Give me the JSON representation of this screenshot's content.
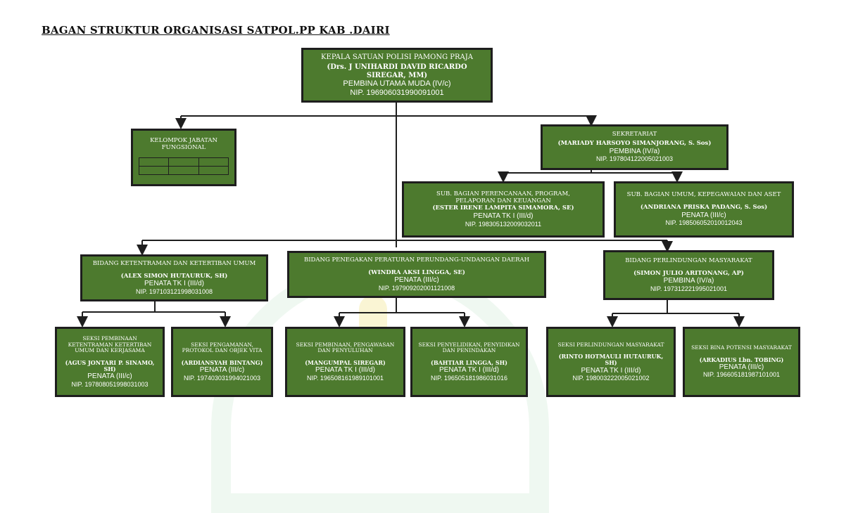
{
  "title": "BAGAN STRUKTUR ORGANISASI SATPOL.PP KAB .DAIRI",
  "head": {
    "unit": "KEPALA SATUAN POLISI PAMONG PRAJA",
    "name": "(Drs. J UNIHARDI DAVID RICARDO SIREGAR, MM)",
    "rank": "PEMBINA UTAMA MUDA (IV/c)",
    "nip": "NIP. 196906031990091001"
  },
  "fungsional": {
    "unit": "KELOMPOK JABATAN FUNGSIONAL"
  },
  "sekretariat": {
    "unit": "SEKRETARIAT",
    "name": "(MARIADY HARSOYO SIMANJORANG, S. Sos)",
    "rank": "PEMBINA (IV/a)",
    "nip": "NIP. 197804122005021003"
  },
  "subbag_perencanaan": {
    "unit": "SUB. BAGIAN PERENCANAAN, PROGRAM, PELAPORAN DAN KEUANGAN",
    "name": "(ESTER IRENE LAMPITA SIMAMORA, SE)",
    "rank": "PENATA TK I (III/d)",
    "nip": "NIP. 198305132009032011"
  },
  "subbag_umum": {
    "unit": "SUB. BAGIAN UMUM, KEPEGAWAIAN DAN ASET",
    "name": "(ANDRIANA PRISKA PADANG, S. Sos)",
    "rank": "PENATA (III/c)",
    "nip": "NIP. 198506052010012043"
  },
  "bidang_trantib": {
    "unit": "BIDANG KETENTRAMAN DAN KETERTIBAN UMUM",
    "name": "(ALEX SIMON HUTAURUK, SH)",
    "rank": "PENATA TK I (III/d)",
    "nip": "NIP. 197103121998031008"
  },
  "bidang_perda": {
    "unit": "BIDANG PENEGAKAN PERATURAN PERUNDANG-UNDANGAN DAERAH",
    "name": "(WINDRA AKSI LINGGA, SE)",
    "rank": "PENATA (III/c)",
    "nip": "NIP. 197909202001121008"
  },
  "bidang_linmas": {
    "unit": "BIDANG PERLINDUNGAN MASYARAKAT",
    "name": "(SIMON JULIO ARITONANG, AP)",
    "rank": "PEMBINA (IV/a)",
    "nip": "NIP. 197312221995021001"
  },
  "seksi_pembinaan_trantib": {
    "unit": "SEKSI PEMBINAAN KETENTRAMAN KETERTIBAN UMUM DAN KERJASAMA",
    "name": "(AGUS JONTARI P. SINAMO, SH)",
    "rank": "PENATA (III/c)",
    "nip": "NIP. 197808051998031003"
  },
  "seksi_pengamanan": {
    "unit": "SEKSI PENGAMANAN, PROTOKOL DAN OBJEK VITA",
    "name": "(ARDIANSYAH BINTANG)",
    "rank": "PENATA (III/c)",
    "nip": "NIP. 197403031994021003"
  },
  "seksi_pembinaan_perda": {
    "unit": "SEKSI PEMBINAAN, PENGAWASAN DAN PENYULUHAN",
    "name": "(MANGUMPAL SIREGAR)",
    "rank": "PENATA TK I (III/d)",
    "nip": "NIP. 196508161989101001"
  },
  "seksi_penyelidikan": {
    "unit": "SEKSI PENYELIDIKAN, PENYIDIKAN DAN PENINDAKAN",
    "name": "(BAHTIAR LINGGA, SH)",
    "rank": "PENATA TK I (III/d)",
    "nip": "NIP. 196505181986031016"
  },
  "seksi_linmas": {
    "unit": "SEKSI PERLINDUNGAN MASYARAKAT",
    "name": "(RINTO HOTMAULI HUTAURUK, SH)",
    "rank": "PENATA TK I (III/d)",
    "nip": "NIP. 198003222005021002"
  },
  "seksi_potensi": {
    "unit": "SEKSI BINA POTENSI MASYARAKAT",
    "name": "(ARKADIUS Lbn. TOBING)",
    "rank": "PENATA (III/c)",
    "nip": "NIP. 196605181987101001"
  },
  "colors": {
    "box_fill": "#4d7a2e",
    "box_border": "#1e1e1e",
    "line": "#1e1e1e"
  }
}
